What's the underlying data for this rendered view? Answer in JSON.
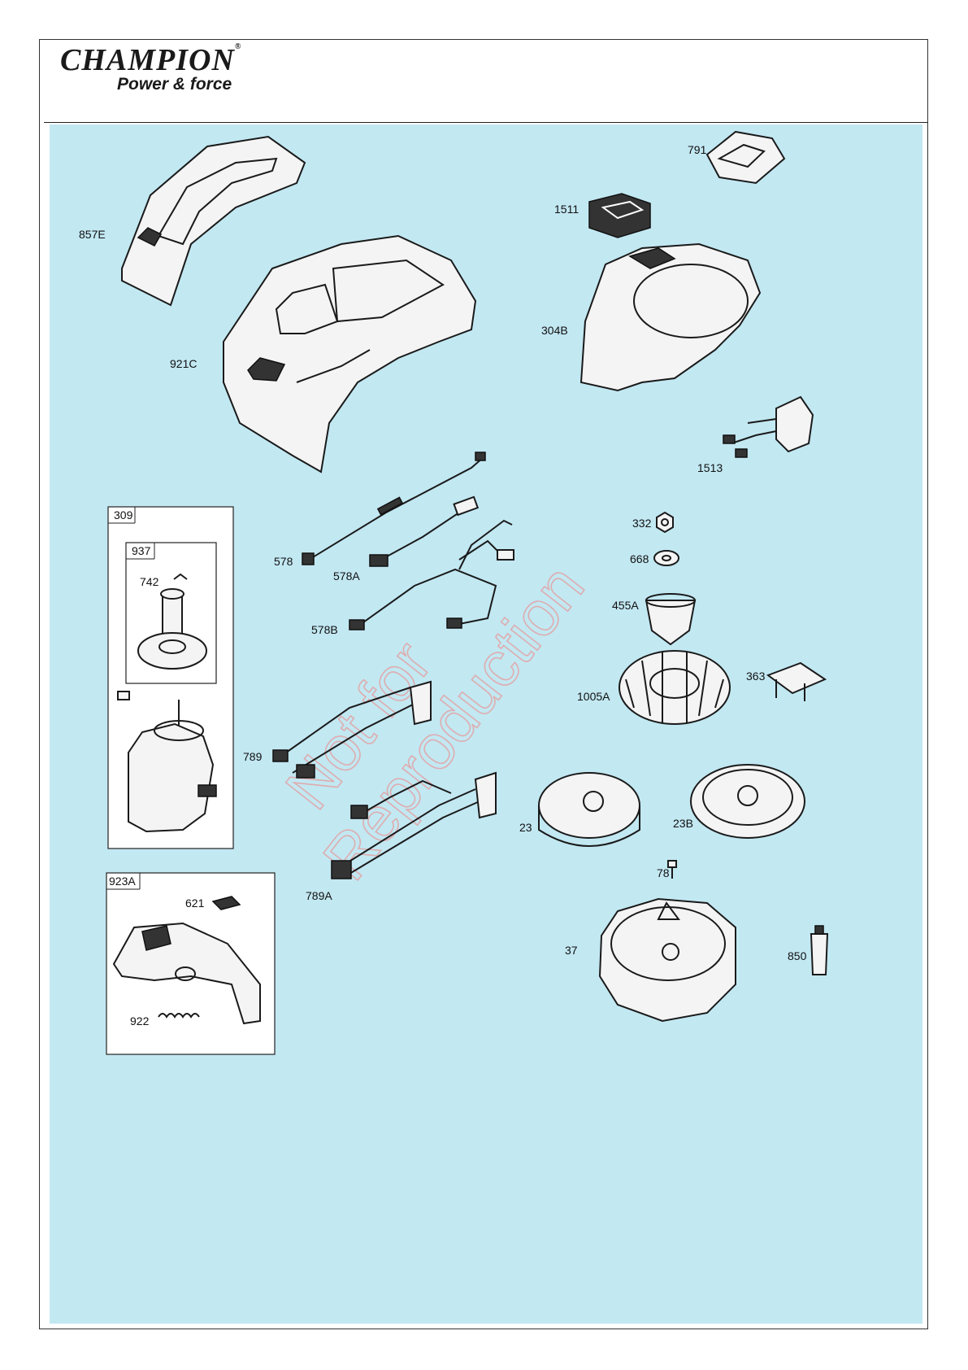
{
  "brand": {
    "name": "CHAMPION",
    "registered_mark": "®",
    "tagline": "Power & force"
  },
  "watermark": {
    "line1": "Not for",
    "line2": "Reproduction"
  },
  "colors": {
    "diagram_background": "#c2e8f2",
    "watermark": "#e79a9a"
  },
  "callouts": {
    "p857E": "857E",
    "p921C": "921C",
    "p791": "791",
    "p1511": "1511",
    "p304B": "304B",
    "p1513": "1513",
    "p578": "578",
    "p578A": "578A",
    "p578B": "578B",
    "p332": "332",
    "p668": "668",
    "p455A": "455A",
    "p1005A": "1005A",
    "p363": "363",
    "p789": "789",
    "p789A": "789A",
    "p23": "23",
    "p23B": "23B",
    "p78": "78",
    "p37": "37",
    "p850": "850",
    "p742": "742",
    "p621": "621",
    "p922": "922"
  },
  "assemblies": {
    "a309": "309",
    "a937": "937",
    "a923A": "923A"
  }
}
